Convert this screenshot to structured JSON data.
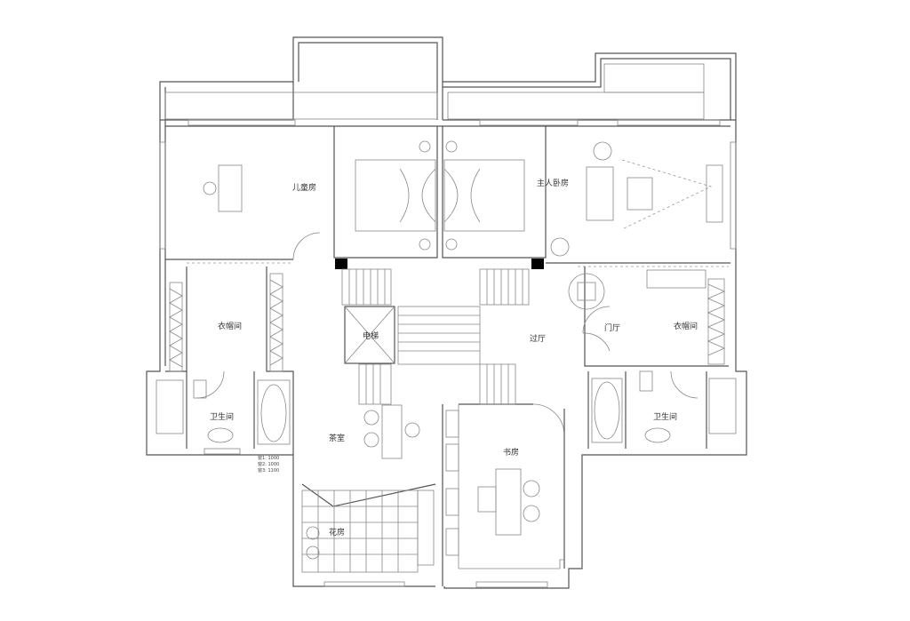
{
  "rooms": {
    "children_room": "儿童房",
    "master_bedroom": "主人卧房",
    "closet_left": "衣帽间",
    "closet_right": "衣帽间",
    "elevator": "电梯",
    "hall": "过厅",
    "foyer": "门厅",
    "bathroom_left": "卫生间",
    "bathroom_right": "卫生间",
    "tea_room": "茶室",
    "study": "书房",
    "flower_room": "花房"
  },
  "notes": [
    "窗1: 1000",
    "窗2: 1000",
    "窗3: 1100"
  ],
  "colors": {
    "wall": "#555555",
    "column": "#000000"
  }
}
